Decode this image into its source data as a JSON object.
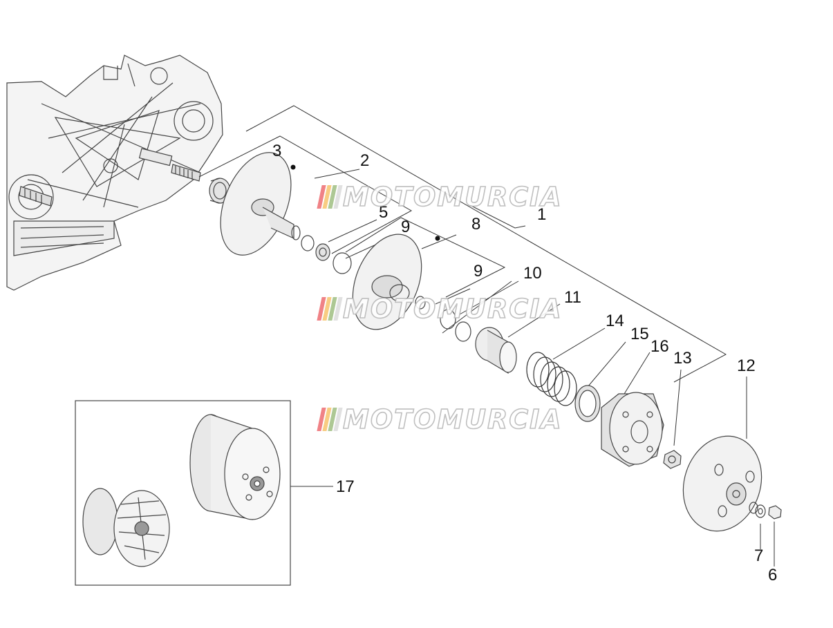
{
  "watermark": {
    "text": "MOTOMURCIA",
    "stripe_colors": [
      "#e31b23",
      "#f3a21b",
      "#6a9a3c",
      "#c8c8c8"
    ]
  },
  "callouts": {
    "c1": "1",
    "c2": "2",
    "c3": "3",
    "c5": "5",
    "c6": "6",
    "c7": "7",
    "c8": "8",
    "c9a": "9",
    "c9b": "9",
    "c10": "10",
    "c11": "11",
    "c12": "12",
    "c13": "13",
    "c14": "14",
    "c15": "15",
    "c16": "16",
    "c17": "17"
  },
  "colors": {
    "line": "#333333",
    "part_stroke": "#444444",
    "shade": "#d9d9d9"
  }
}
